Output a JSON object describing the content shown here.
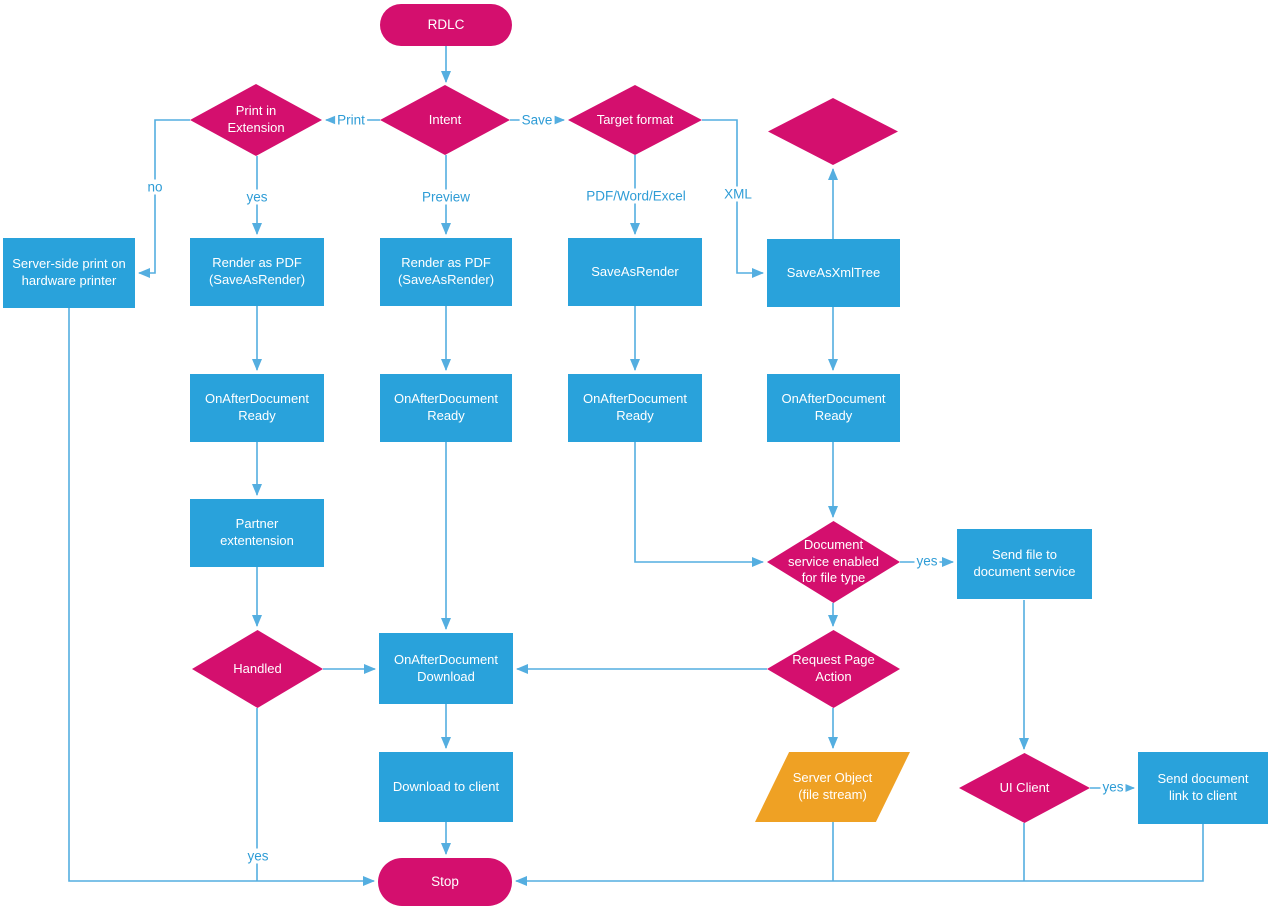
{
  "diagram": {
    "colors": {
      "pink": "#d40f6e",
      "blue": "#29a2db",
      "orange": "#efa124",
      "line": "#54aee0",
      "labelText": "#2e9cd6",
      "shapeText": "#ffffff"
    },
    "nodes": {
      "rdlc": "RDLC",
      "intent": "Intent",
      "print_in_extension": "Print in Extension",
      "target_format": "Target format",
      "empty_decision": "",
      "server_side_print": "Server-side print on hardware printer",
      "render_pdf_print": "Render as PDF (SaveAsRender)",
      "render_pdf_preview": "Render as PDF (SaveAsRender)",
      "save_as_render": "SaveAsRender",
      "save_as_xml_tree": "SaveAsXmlTree",
      "ready_print": "OnAfterDocument Ready",
      "ready_preview": "OnAfterDocument Ready",
      "ready_save": "OnAfterDocument Ready",
      "ready_xml": "OnAfterDocument Ready",
      "partner_extension": "Partner extentension",
      "doc_service_enabled": "Document service enabled for file type",
      "send_file_document_service": "Send file to document service",
      "handled": "Handled",
      "on_after_document_download": "OnAfterDocument Download",
      "request_page_action": "Request Page Action",
      "download_to_client": "Download to client",
      "server_object": "Server Object (file stream)",
      "ui_client": "UI Client",
      "send_document_link": "Send document link to client",
      "stop": "Stop"
    },
    "edge_labels": {
      "print": "Print",
      "save": "Save",
      "no": "no",
      "yes_print_extension": "yes",
      "preview": "Preview",
      "pdf_word_excel": "PDF/Word/Excel",
      "xml": "XML",
      "yes_doc_service": "yes",
      "yes_ui_client": "yes",
      "yes_handled": "yes"
    }
  }
}
